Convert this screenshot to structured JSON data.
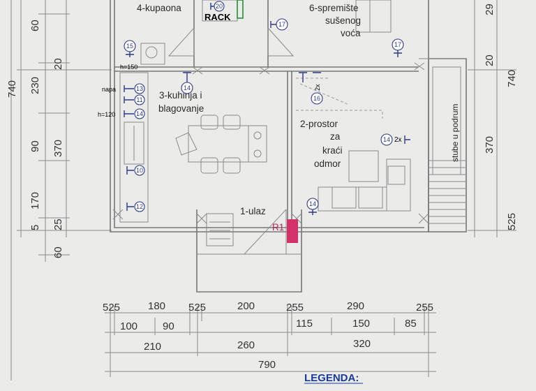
{
  "rooms": {
    "kupaona": "4-kupaona",
    "spremiste": [
      "6-spremište",
      "sušenog",
      "voća"
    ],
    "kuhinja": [
      "3-kuhinja i",
      "blagovanje"
    ],
    "prostor": [
      "2-prostor",
      "za",
      "kraći",
      "odmor"
    ],
    "ulaz": "1-ulaz",
    "stube": "stube u podrum"
  },
  "labels": {
    "rack": "RACK",
    "r1": "R1",
    "napa": "napa",
    "h150": "h=150",
    "h120": "h=120",
    "two_x_a": "2x",
    "two_x_b": "2x",
    "legend": "LEGENDA:"
  },
  "outlets": {
    "o20": "20",
    "o17a": "17",
    "o15": "15",
    "o17b": "17",
    "o14a": "14",
    "o13": "13",
    "o11": "11",
    "o14b": "14",
    "o16": "16",
    "o14c": "14",
    "o10": "10",
    "o12": "12",
    "o14d": "14"
  },
  "dims_left": {
    "a60": "60",
    "a740": "740",
    "a230": "230",
    "a20": "20",
    "a90": "90",
    "a370": "370",
    "a170": "170",
    "a25": "25",
    "a525": "5",
    "a60b": "60"
  },
  "dims_right": {
    "b29": "29",
    "b20": "20",
    "b740": "740",
    "b370": "370",
    "b525": "525"
  },
  "dims_bottom": {
    "row1": [
      "525",
      "180",
      "525",
      "200",
      "255",
      "290",
      "255"
    ],
    "row2": [
      "100",
      "90",
      "115",
      "150",
      "85"
    ],
    "row3": [
      "210",
      "260",
      "320"
    ],
    "row4": [
      "790"
    ]
  },
  "colors": {
    "accent": "#d4306a",
    "outlet": "#2b3a8a",
    "legend": "#1a3a9a"
  }
}
